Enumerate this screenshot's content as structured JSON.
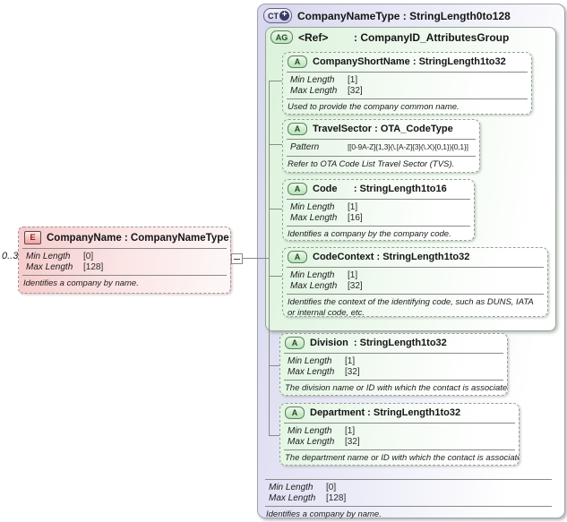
{
  "element": {
    "icon": "E",
    "cardinality": "0..3",
    "title": "CompanyName : CompanyNameType",
    "facts": [
      {
        "name": "Min Length",
        "value": "[0]"
      },
      {
        "name": "Max Length",
        "value": "[128]"
      }
    ],
    "description": "Identifies a company by name."
  },
  "complex_type": {
    "icon": "CT",
    "plus_icon": "+",
    "title": "CompanyNameType : StringLength0to128",
    "facts": [
      {
        "name": "Min Length",
        "value": "[0]"
      },
      {
        "name": "Max Length",
        "value": "[128]"
      }
    ],
    "description": "Identifies a company by name.",
    "attribute_group": {
      "icon": "AG",
      "ref": "<Ref>",
      "title": ": CompanyID_AttributesGroup",
      "attributes": [
        {
          "icon": "A",
          "title": "CompanyShortName : StringLength1to32",
          "facts": [
            {
              "name": "Min Length",
              "value": "[1]"
            },
            {
              "name": "Max Length",
              "value": "[32]"
            }
          ],
          "description": "Used to provide the company common name."
        },
        {
          "icon": "A",
          "title": "TravelSector : OTA_CodeType",
          "facts": [
            {
              "name": "Pattern",
              "value": "[[0-9A-Z]{1,3}(\\.[A-Z]{3}(\\.X){0,1}){0,1}]"
            }
          ],
          "description": "Refer to OTA Code List Travel Sector (TVS)."
        },
        {
          "icon": "A",
          "title": "Code      : StringLength1to16",
          "facts": [
            {
              "name": "Min Length",
              "value": "[1]"
            },
            {
              "name": "Max Length",
              "value": "[16]"
            }
          ],
          "description": "Identifies a company by the company code."
        },
        {
          "icon": "A",
          "title": "CodeContext : StringLength1to32",
          "facts": [
            {
              "name": "Min Length",
              "value": "[1]"
            },
            {
              "name": "Max Length",
              "value": "[32]"
            }
          ],
          "description": "Identifies the context of the identifying code, such as DUNS, IATA or internal code, etc."
        }
      ]
    },
    "attributes": [
      {
        "icon": "A",
        "title": "Division  : StringLength1to32",
        "facts": [
          {
            "name": "Min Length",
            "value": "[1]"
          },
          {
            "name": "Max Length",
            "value": "[32]"
          }
        ],
        "description": "The division name or ID with which the contact is associated."
      },
      {
        "icon": "A",
        "title": "Department : StringLength1to32",
        "facts": [
          {
            "name": "Min Length",
            "value": "[1]"
          },
          {
            "name": "Max Length",
            "value": "[32]"
          }
        ],
        "description": "The department name or ID with which the contact is associated."
      }
    ]
  }
}
